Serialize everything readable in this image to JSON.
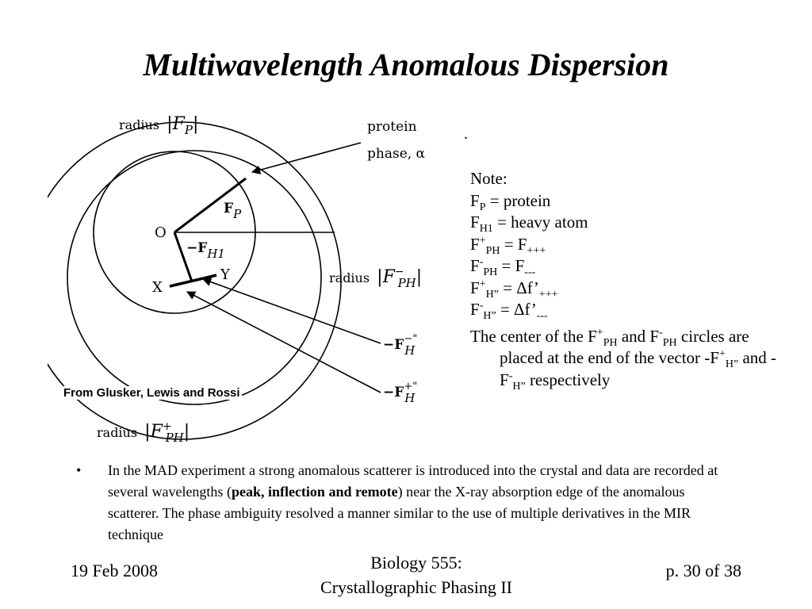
{
  "slide": {
    "title": "Multiwavelength Anomalous Dispersion",
    "credit": "From Glusker, Lewis and Rossi",
    "dot": "."
  },
  "diagram": {
    "radius_word": "radius",
    "F": "F",
    "P": "P",
    "PH": "PH",
    "H": "H",
    "H1": "H1",
    "protein": "protein",
    "phase": "phase, α",
    "O": "O",
    "X": "X",
    "Y": "Y",
    "minus": "−",
    "plus": "+",
    "minusF": "−F",
    "bar": "|",
    "dprime": "\""
  },
  "note": {
    "heading": "Note:",
    "F": "F",
    "P": "P",
    "H1": "H1",
    "PH": "PH",
    "H2": "H”",
    "plus": "+",
    "minus": "-",
    "eq_protein": " = protein",
    "eq_heavy": " = heavy atom",
    "eq": " = ",
    "plus3": "+++",
    "minus3": "---",
    "delta_f": "Δf’",
    "para_a": "The center of the F",
    "para_b": " and F",
    "para_c": " circles are placed at the end of the vector -F",
    "para_d": " and -F",
    "para_e": " respectively"
  },
  "bullet": {
    "mark": "•",
    "text_a": "In the MAD experiment a strong anomalous scatterer is introduced into the crystal and data are recorded at several wavelengths (",
    "text_bold": "peak, inflection and remote",
    "text_b": ") near the X-ray absorption edge of the anomalous scatterer.  The phase ambiguity resolved a manner similar to the use of multiple derivatives in the MIR technique"
  },
  "footer": {
    "date": "19 Feb 2008",
    "course": "Biology 555:",
    "subtitle": "Crystallographic Phasing II",
    "page": "p. 30 of 38"
  }
}
